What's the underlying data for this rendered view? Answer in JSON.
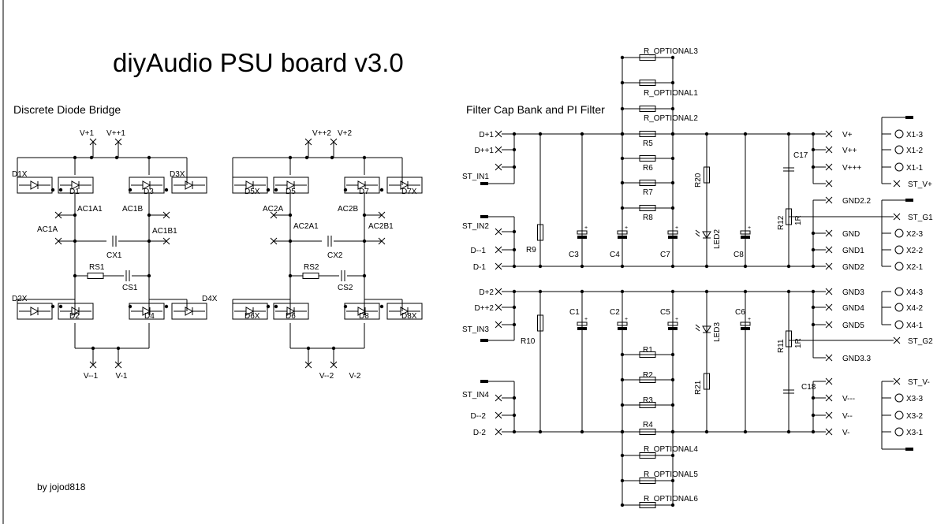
{
  "title": "diyAudio PSU board v3.0",
  "author": "by jojod818",
  "sections": {
    "left": "Discrete Diode Bridge",
    "right": "Filter Cap Bank and PI Filter"
  },
  "bridge1": {
    "top_terminals": [
      "V+1",
      "V++1"
    ],
    "bottom_terminals": [
      "V--1",
      "V-1"
    ],
    "diodes": [
      "D1X",
      "D1",
      "D3",
      "D3X",
      "D2X",
      "D2",
      "D4",
      "D4X"
    ],
    "nodes": [
      "AC1A1",
      "AC1A",
      "AC1B",
      "AC1B1"
    ],
    "caps": [
      "CX1",
      "CS1"
    ],
    "resistor": "RS1"
  },
  "bridge2": {
    "top_terminals": [
      "V++2",
      "V+2"
    ],
    "bottom_terminals": [
      "V--2",
      "V-2"
    ],
    "diodes": [
      "D5X",
      "D5",
      "D7",
      "D7X",
      "D6X",
      "D6",
      "D8",
      "D8X"
    ],
    "nodes": [
      "AC2A",
      "AC2A1",
      "AC2B",
      "AC2B1"
    ],
    "caps": [
      "CX2",
      "CS2"
    ],
    "resistor": "RS2"
  },
  "filter": {
    "inputs_pos": [
      "D+1",
      "D++1",
      "ST_IN1",
      "ST_IN2",
      "D--1",
      "D-1"
    ],
    "inputs_neg": [
      "D+2",
      "D++2",
      "ST_IN3",
      "ST_IN4",
      "D--2",
      "D-2"
    ],
    "bleeders": [
      "R9",
      "R10"
    ],
    "caps_pos": [
      "C3",
      "C4",
      "C7",
      "C8"
    ],
    "caps_neg": [
      "C1",
      "C2",
      "C5",
      "C6"
    ],
    "series_pos": [
      "R_OPTIONAL3",
      "R_OPTIONAL1",
      "R_OPTIONAL2",
      "R5",
      "R6",
      "R7",
      "R8"
    ],
    "series_neg": [
      "R1",
      "R2",
      "R3",
      "R4",
      "R_OPTIONAL4",
      "R_OPTIONAL5",
      "R_OPTIONAL6"
    ],
    "leds": [
      "R20",
      "LED2",
      "LED3",
      "R21"
    ],
    "snubbers": [
      "C17",
      "R12",
      "1R",
      "R11",
      "1R",
      "C18"
    ]
  },
  "outputs": {
    "pos_rail": [
      "V+",
      "V++",
      "V+++",
      "ST_V+"
    ],
    "pos_conn": [
      "X1-3",
      "X1-2",
      "X1-1"
    ],
    "gnd_top": [
      "GND2.2",
      "ST_G1",
      "GND",
      "GND1",
      "GND2"
    ],
    "gnd_top_conn": [
      "X2-3",
      "X2-2",
      "X2-1"
    ],
    "gnd_bot": [
      "GND3",
      "GND4",
      "GND5",
      "ST_G2",
      "GND3.3"
    ],
    "gnd_bot_conn": [
      "X4-3",
      "X4-2",
      "X4-1"
    ],
    "neg_rail": [
      "ST_V-",
      "V---",
      "V--",
      "V-"
    ],
    "neg_conn": [
      "X3-3",
      "X3-2",
      "X3-1"
    ]
  }
}
